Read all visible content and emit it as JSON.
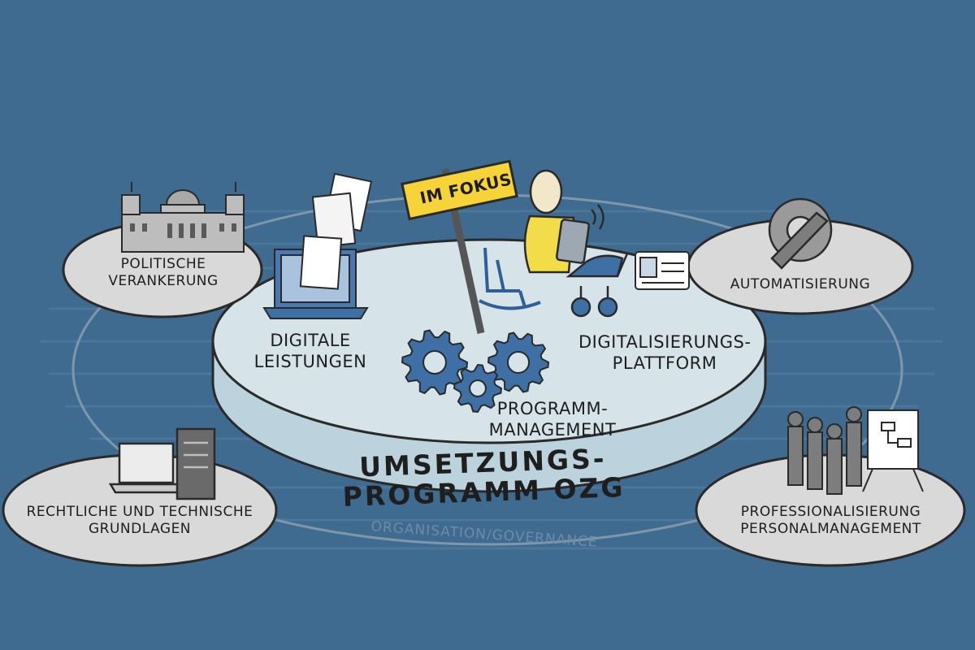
{
  "sign": {
    "text": "IM FOKUS"
  },
  "satellites": {
    "politische": {
      "line1": "POLITISCHE",
      "line2": "VERANKERUNG"
    },
    "automatisierung": {
      "line1": "AUTOMATISIERUNG"
    },
    "rechtliche": {
      "line1": "RECHTLICHE UND TECHNISCHE",
      "line2": "GRUNDLAGEN"
    },
    "professionalisierung": {
      "line1": "PROFESSIONALISIERUNG",
      "line2": "PERSONALMANAGEMENT"
    }
  },
  "center": {
    "digitale": {
      "line1": "DIGITALE",
      "line2": "LEISTUNGEN"
    },
    "plattform": {
      "line1": "DIGITALISIERUNGS-",
      "line2": "PLATTFORM"
    },
    "programm_mgmt": {
      "line1": "PROGRAMM-",
      "line2": "MANAGEMENT"
    },
    "title": {
      "line1": "UMSETZUNGS-",
      "line2": "PROGRAMM OZG"
    }
  },
  "ring": {
    "text": "ORGANISATION/GOVERNANCE"
  },
  "colors": {
    "background": "#3f6b91",
    "platform_top": "#d6e4ea",
    "platform_side": "#bcd2dc",
    "ellipse": "#d9d9d9",
    "gear": "#3e6fa5",
    "sign": "#f7d33a",
    "person_shirt": "#f2dc4a"
  }
}
